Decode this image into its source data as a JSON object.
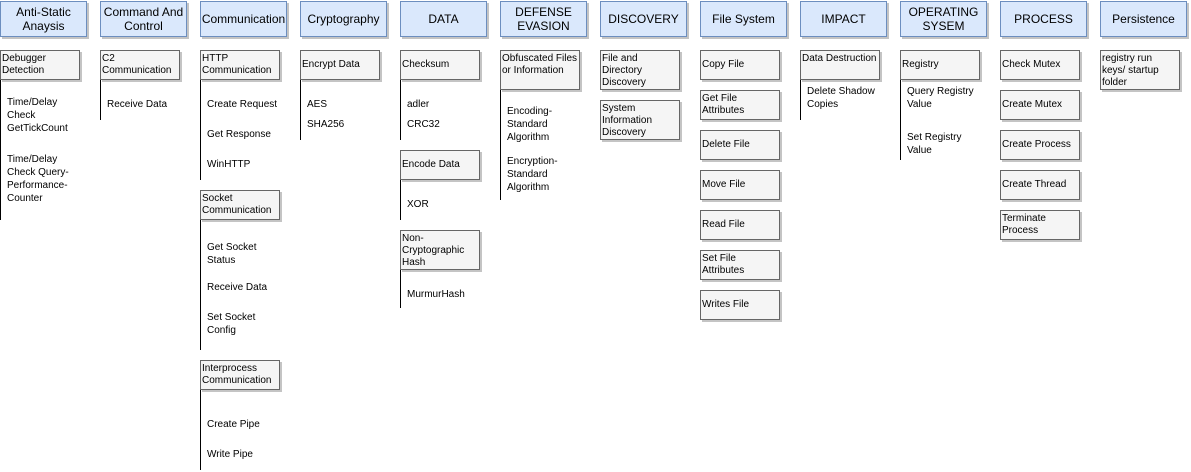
{
  "columns": [
    {
      "header": "Anti-Static Anaysis",
      "groups": [
        {
          "label": "Debugger Detection",
          "items": [
            "Time/Delay Check GetTickCount",
            "Time/Delay Check Query-Performance-Counter"
          ]
        }
      ]
    },
    {
      "header": "Command And Control",
      "groups": [
        {
          "label": "C2 Communication",
          "items": [
            "Receive Data"
          ]
        }
      ]
    },
    {
      "header": "Communication",
      "groups": [
        {
          "label": "HTTP Communication",
          "items": [
            "Create Request",
            "Get Response",
            "WinHTTP"
          ]
        },
        {
          "label": "Socket Communication",
          "items": [
            "Get Socket Status",
            "Receive Data",
            "Set Socket Config"
          ]
        },
        {
          "label": "Interprocess Communication",
          "items": [
            "Create Pipe",
            "Write Pipe"
          ]
        }
      ]
    },
    {
      "header": "Cryptography",
      "groups": [
        {
          "label": "Encrypt Data",
          "items": [
            "AES",
            "SHA256"
          ]
        }
      ]
    },
    {
      "header": "DATA",
      "groups": [
        {
          "label": "Checksum",
          "items": [
            "adler",
            "CRC32"
          ]
        },
        {
          "label": "Encode Data",
          "items": [
            "XOR"
          ]
        },
        {
          "label": "Non-Cryptographic Hash",
          "items": [
            "MurmurHash"
          ]
        }
      ]
    },
    {
      "header": "DEFENSE EVASION",
      "groups": [
        {
          "label": "Obfuscated Files or Information",
          "items": [
            "Encoding-Standard Algorithm",
            "Encryption-Standard Algorithm"
          ]
        }
      ]
    },
    {
      "header": "DISCOVERY",
      "groups": [
        {
          "label": "File and Directory Discovery",
          "items": []
        },
        {
          "label": "System Information Discovery",
          "items": []
        }
      ]
    },
    {
      "header": "File System",
      "groups": [
        {
          "label": "Copy File",
          "items": []
        },
        {
          "label": "Get File Attributes",
          "items": []
        },
        {
          "label": "Delete File",
          "items": []
        },
        {
          "label": "Move File",
          "items": []
        },
        {
          "label": "Read File",
          "items": []
        },
        {
          "label": "Set File Attributes",
          "items": []
        },
        {
          "label": "Writes File",
          "items": []
        }
      ]
    },
    {
      "header": "IMPACT",
      "groups": [
        {
          "label": "Data Destruction",
          "items": [
            "Delete Shadow Copies"
          ]
        }
      ]
    },
    {
      "header": "OPERATING SYSEM",
      "groups": [
        {
          "label": "Registry",
          "items": [
            "Query Registry Value",
            "Set Registry Value"
          ]
        }
      ]
    },
    {
      "header": "PROCESS",
      "groups": [
        {
          "label": "Check Mutex",
          "items": []
        },
        {
          "label": "Create Mutex",
          "items": []
        },
        {
          "label": "Create Process",
          "items": []
        },
        {
          "label": "Create Thread",
          "items": []
        },
        {
          "label": "Terminate Process",
          "items": []
        }
      ]
    },
    {
      "header": "Persistence",
      "groups": [
        {
          "label": "registry run keys/ startup folder",
          "items": []
        }
      ]
    }
  ]
}
